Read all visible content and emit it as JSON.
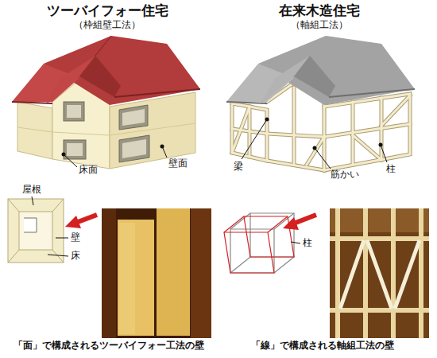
{
  "diagram": {
    "labels": [
      "ツーバイフォー住宅",
      "（枠組壁工法）",
      "在来木造住宅",
      "（軸組工法）",
      "床面",
      "壁面",
      "梁",
      "筋かい",
      "柱",
      "屋根",
      "壁",
      "床",
      "柱",
      "「面」で構成されるツーバイフォー工法の壁",
      "「線」で構成される軸組工法の壁"
    ]
  }
}
